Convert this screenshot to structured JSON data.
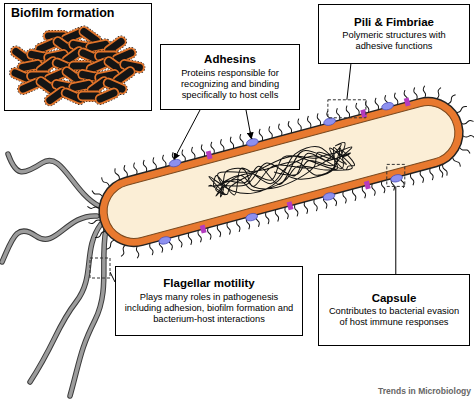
{
  "diagram": {
    "nodes": [
      {
        "text": [
          "Biofilm formation"
        ]
      },
      {
        "text": [
          "Pili & Fimbriae",
          "Polymeric structures with adhesive functions"
        ]
      },
      {
        "text": [
          "Adhesins",
          "Proteins responsible for recognizing and binding specifically to host cells"
        ]
      },
      {
        "text": [
          "Flagellar motility",
          "Plays many roles in pathogenesis including adhesion, biofilm formation and bacterium-host interactions"
        ]
      },
      {
        "text": [
          "Capsule",
          "Contributes to bacterial evasion of host immune responses"
        ]
      }
    ],
    "labels": [
      "Trends in Microbiology"
    ]
  }
}
